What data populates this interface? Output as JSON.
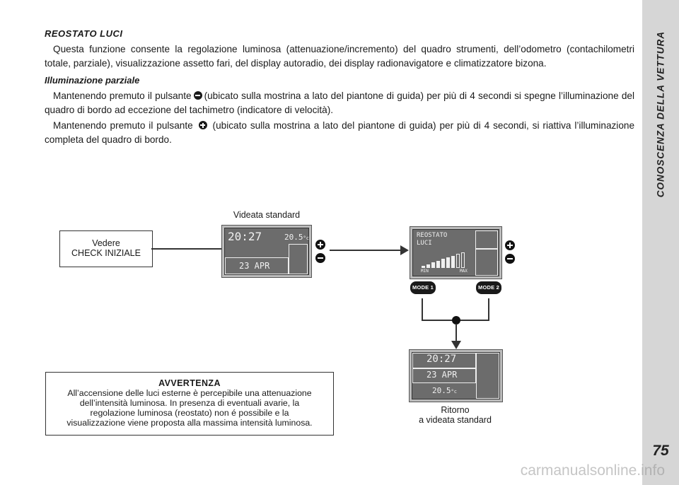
{
  "sidebar": {
    "section_title": "CONOSCENZA DELLA VETTURA",
    "page_number": "75"
  },
  "content": {
    "heading": "REOSTATO LUCI",
    "intro": "Questa funzione consente la regolazione luminosa (attenuazione/incremento) del quadro strumenti, dell’odometro (contachilometri totale, parziale), visualizzazione assetto fari, del display autoradio, dei display radionavigatore e climatizzatore bizona.",
    "subheading": "Illuminazione parziale",
    "para_minus_a": "Mantenendo premuto il pulsante",
    "para_minus_b": "(ubicato sulla mostrina a lato del piantone di guida) per più di 4 secondi si spegne l’illuminazione del quadro di bordo ad eccezione del tachimetro (indicatore di velocità).",
    "para_plus_a": "Mantenendo premuto il pulsante",
    "para_plus_b": "(ubicato sulla mostrina a lato del piantone di guida) per più di 4 secondi, si riattiva l’illuminazione completa del quadro di bordo."
  },
  "diagram": {
    "check_box_line1": "Vedere",
    "check_box_line2": "CHECK INIZIALE",
    "standard_caption": "Videata standard",
    "display1": {
      "time": "20:27",
      "temp_value": "20.5",
      "temp_unit": "°c",
      "date": "23 APR"
    },
    "display2": {
      "title_line1": "REOSTATO",
      "title_line2": "LUCI",
      "min_label": "MIN",
      "max_label": "MAX",
      "level_bars": 9
    },
    "mode1_label": "MODE 1",
    "mode2_label": "MODE 2",
    "display3": {
      "time": "20:27",
      "date": "23 APR",
      "temp_value": "20.5",
      "temp_unit": "°c"
    },
    "return_caption_line1": "Ritorno",
    "return_caption_line2": "a videata standard"
  },
  "warning": {
    "title": "AVVERTENZA",
    "body": "All’accensione delle luci esterne è percepibile una attenuazione dell’intensità luminosa. In presenza di eventuali avarie, la regolazione luminosa (reostato) non é possibile e la visualizzazione viene proposta alla massima intensità luminosa."
  },
  "watermark": "carmanualsonline.info"
}
